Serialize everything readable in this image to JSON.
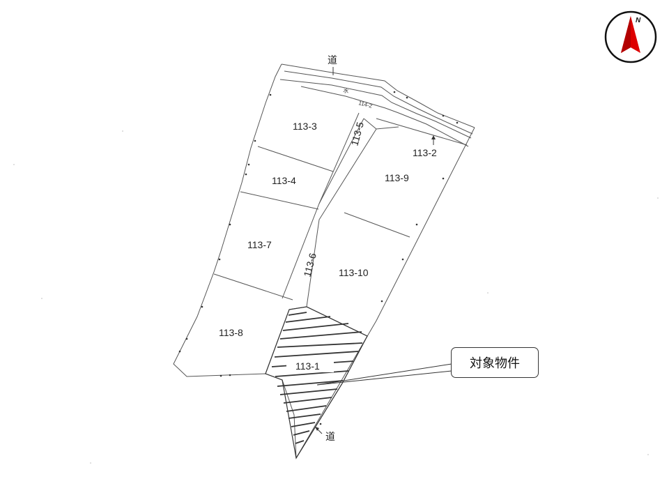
{
  "roads": {
    "top": "道",
    "bottom": "道"
  },
  "water_label": "水",
  "strip_label": "114-2",
  "parcels": [
    {
      "id": "113-3"
    },
    {
      "id": "113-5"
    },
    {
      "id": "113-2"
    },
    {
      "id": "113-4"
    },
    {
      "id": "113-9"
    },
    {
      "id": "113-7"
    },
    {
      "id": "113-6"
    },
    {
      "id": "113-10"
    },
    {
      "id": "113-8"
    },
    {
      "id": "113-1"
    }
  ],
  "highlighted_parcel": "113-1",
  "callout": "対象物件",
  "compass": {
    "label": "N",
    "color": "#dd0000",
    "icon": "north-arrow-icon"
  },
  "colors": {
    "line": "#555555",
    "hatch": "#333333",
    "compass": "#dd0000"
  }
}
